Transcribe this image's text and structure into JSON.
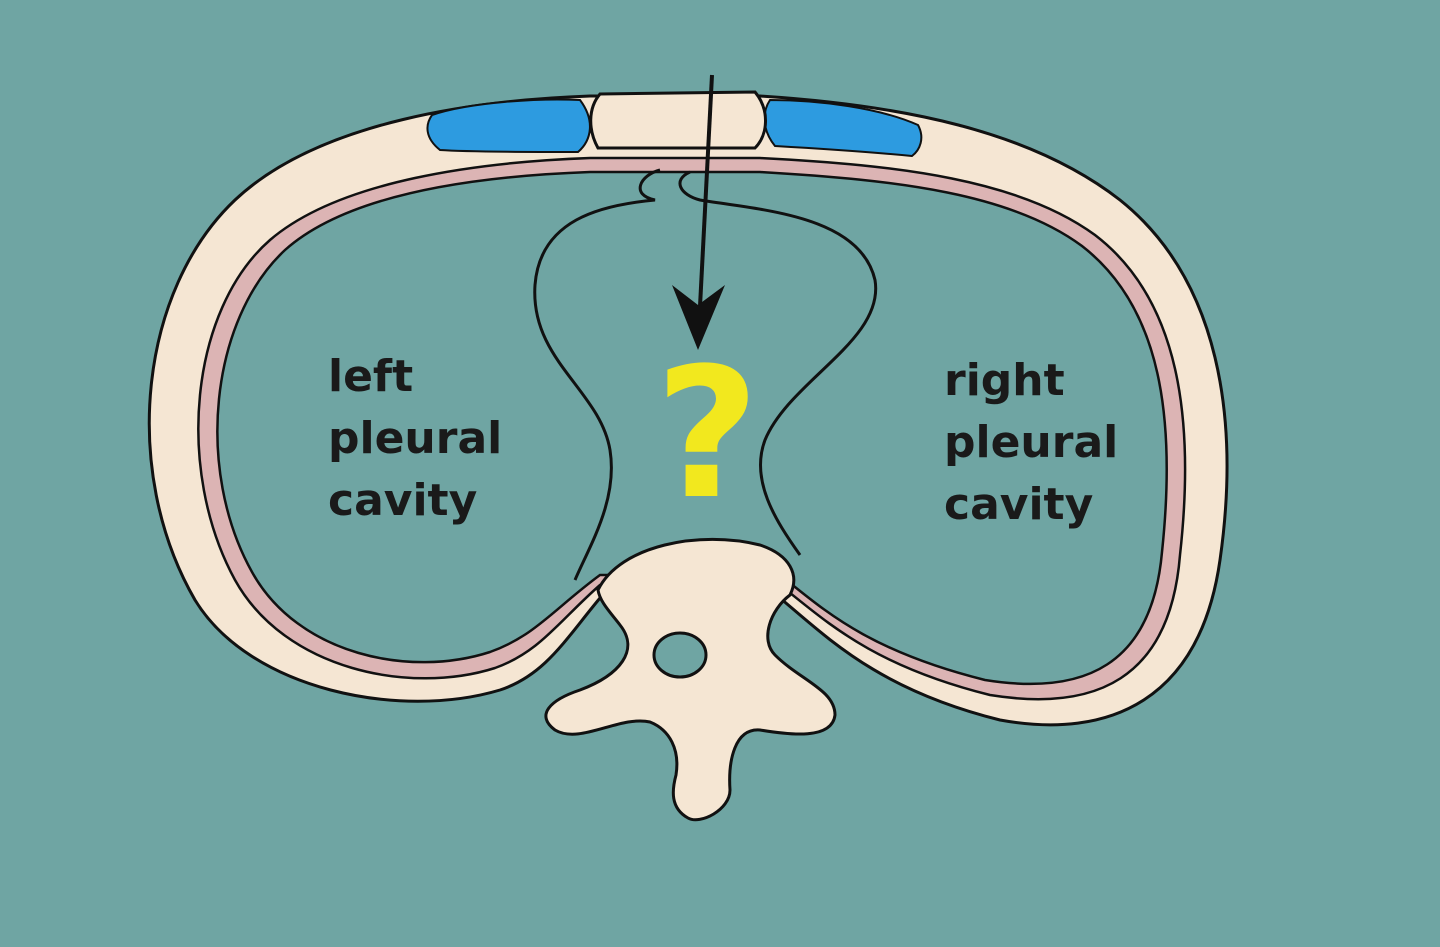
{
  "labels": {
    "left": [
      "left",
      "pleural",
      "cavity"
    ],
    "right": [
      "right",
      "pleural",
      "cavity"
    ],
    "question": "?"
  },
  "colors": {
    "background": "#6fa5a3",
    "bone": "#f5e6d3",
    "pleura": "#dcb4b4",
    "cartilage": "#2d9be0",
    "outline": "#111111",
    "question": "#f2e81e"
  }
}
